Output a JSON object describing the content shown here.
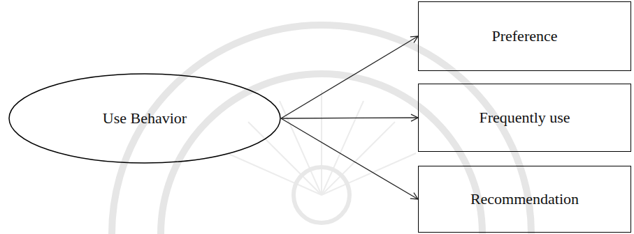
{
  "diagram": {
    "nodes": [
      {
        "text": [
          "Use Behavior"
        ]
      },
      {
        "text": [
          "Preference"
        ]
      },
      {
        "text": [
          "Frequently use"
        ]
      },
      {
        "text": [
          "Recommendation"
        ]
      }
    ],
    "edges": [
      {
        "from": 0,
        "to": 1,
        "arrow": "to"
      },
      {
        "from": 0,
        "to": 2,
        "arrow": "to"
      },
      {
        "from": 0,
        "to": 3,
        "arrow": "to"
      }
    ]
  }
}
